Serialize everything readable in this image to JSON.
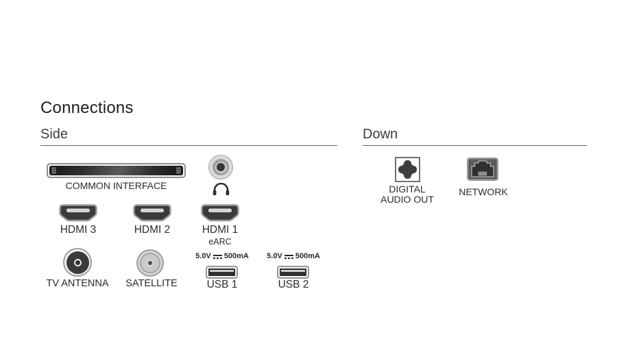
{
  "page": {
    "title": "Connections"
  },
  "sections": {
    "side": {
      "heading": "Side",
      "common_interface": {
        "label": "COMMON INTERFACE"
      },
      "hdmi3": {
        "label": "HDMI 3"
      },
      "hdmi2": {
        "label": "HDMI 2"
      },
      "hdmi1": {
        "label": "HDMI 1",
        "sublabel": "eARC"
      },
      "tv_antenna": {
        "label": "TV ANTENNA"
      },
      "satellite": {
        "label": "SATELLITE"
      },
      "usb1": {
        "label": "USB 1",
        "rating_voltage": "5.0V",
        "rating_current": "500mA"
      },
      "usb2": {
        "label": "USB 2",
        "rating_voltage": "5.0V",
        "rating_current": "500mA"
      }
    },
    "down": {
      "heading": "Down",
      "digital_audio_out": {
        "label_line1": "DIGITAL",
        "label_line2": "AUDIO OUT"
      },
      "network": {
        "label": "NETWORK"
      }
    }
  },
  "icons": {
    "headphones": "headphones-icon",
    "dc_symbol": "dc-symbol-icon"
  },
  "colors": {
    "port_body_dark": "#3b3b3b",
    "port_outline_gray": "#9a9a9a",
    "text_dark": "#2b2b2b",
    "rule_gray": "#606060"
  }
}
